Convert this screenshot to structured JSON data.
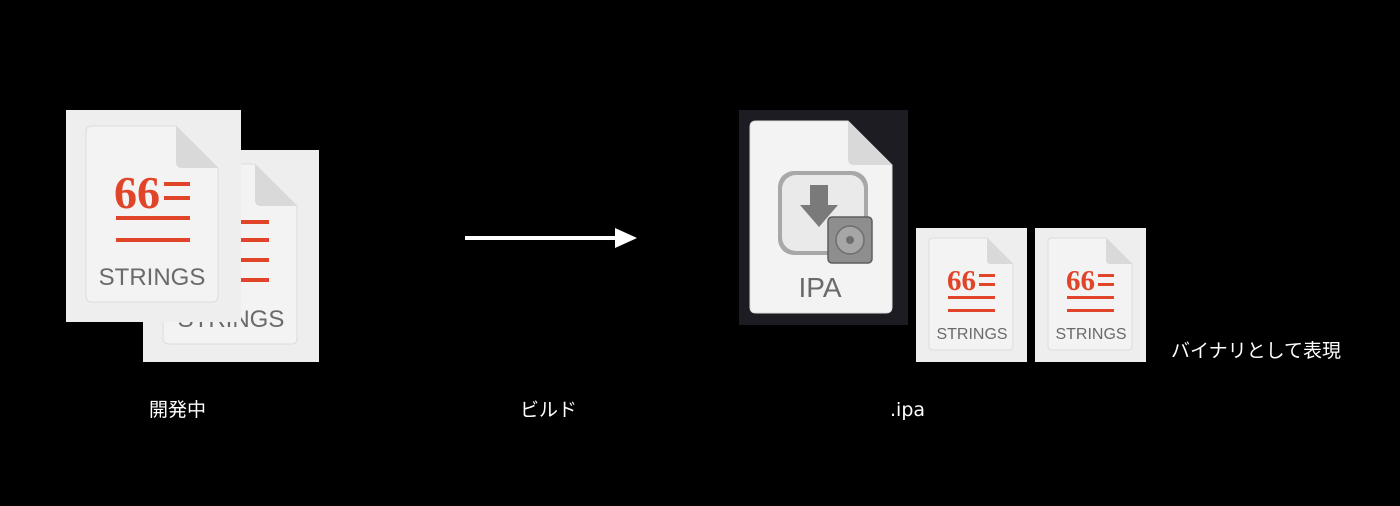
{
  "colors": {
    "background": "#000000",
    "accent_red": "#e0452a",
    "tile_bg": "#eeeeee",
    "doc_bg": "#f3f3f3",
    "fold_bg": "#d9d9d9",
    "label_gray": "#6a6a6a",
    "ipa_tile_bg": "#1c1c22"
  },
  "groups": {
    "development": {
      "caption": "開発中",
      "file_back": {
        "label": "STRINGS",
        "icon": "strings-document-icon"
      },
      "file_front": {
        "label": "STRINGS",
        "icon": "strings-document-icon"
      }
    },
    "build": {
      "caption": "ビルド",
      "icon": "arrow-right-icon"
    },
    "ipa": {
      "caption": ".ipa",
      "package": {
        "label": "IPA",
        "icon": "ipa-installer-icon"
      },
      "bundled_files": [
        {
          "label": "STRINGS",
          "icon": "strings-document-icon"
        },
        {
          "label": "STRINGS",
          "icon": "strings-document-icon"
        }
      ],
      "note": "バイナリとして表現"
    }
  }
}
